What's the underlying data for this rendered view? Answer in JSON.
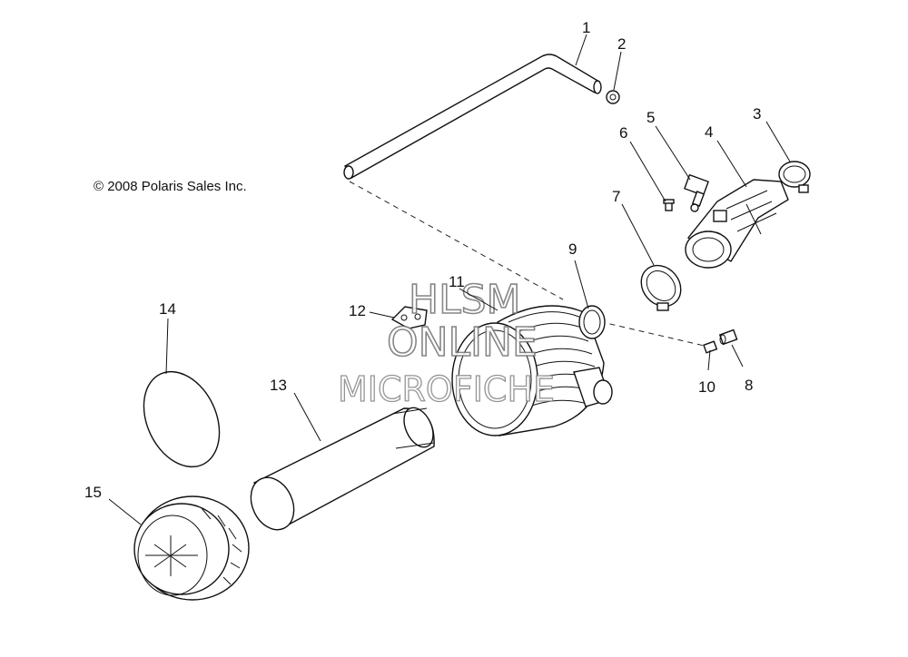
{
  "copyright": "© 2008 Polaris Sales Inc.",
  "watermark": {
    "line1": "HLSM",
    "line2": "ONLINE",
    "line3": "MICROFICHE"
  },
  "callouts": [
    "1",
    "2",
    "3",
    "4",
    "5",
    "6",
    "7",
    "8",
    "9",
    "10",
    "11",
    "12",
    "13",
    "14",
    "15"
  ]
}
